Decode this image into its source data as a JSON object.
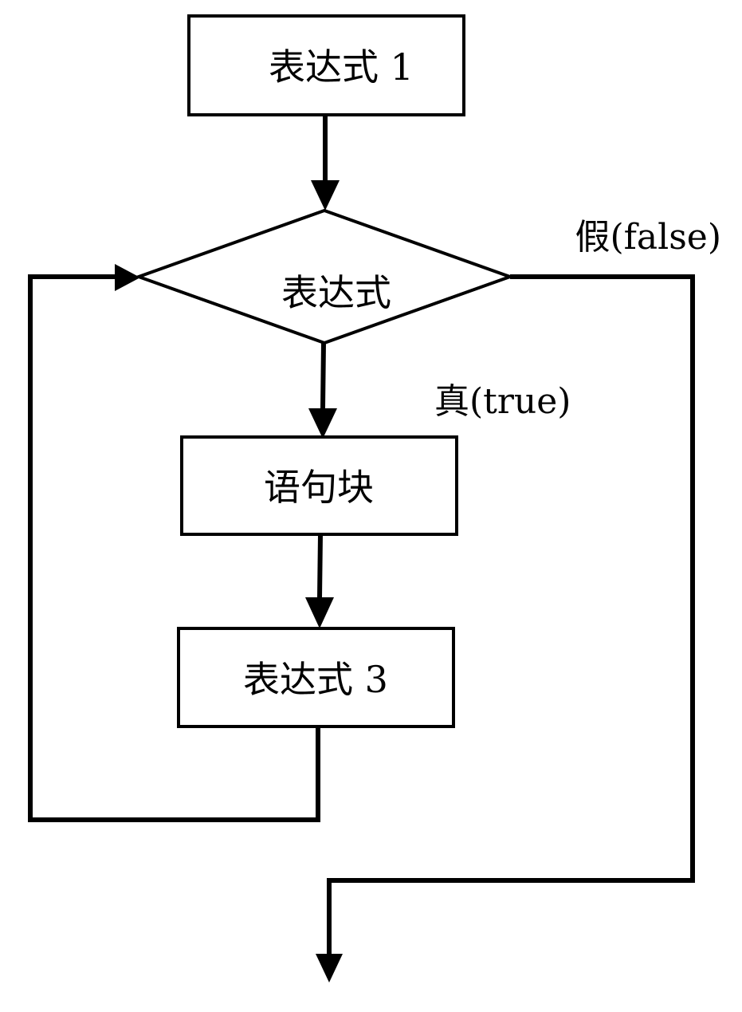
{
  "diagram": {
    "nodes": {
      "expr1": {
        "label": "表达式 1"
      },
      "condition": {
        "label": "表达式"
      },
      "block": {
        "label": "语句块"
      },
      "expr3": {
        "label": "表达式 3"
      }
    },
    "edges": {
      "false_branch": {
        "label": "假(false)"
      },
      "true_branch": {
        "label": "真(true)"
      }
    },
    "colors": {
      "stroke": "#000000",
      "background": "#ffffff"
    }
  }
}
